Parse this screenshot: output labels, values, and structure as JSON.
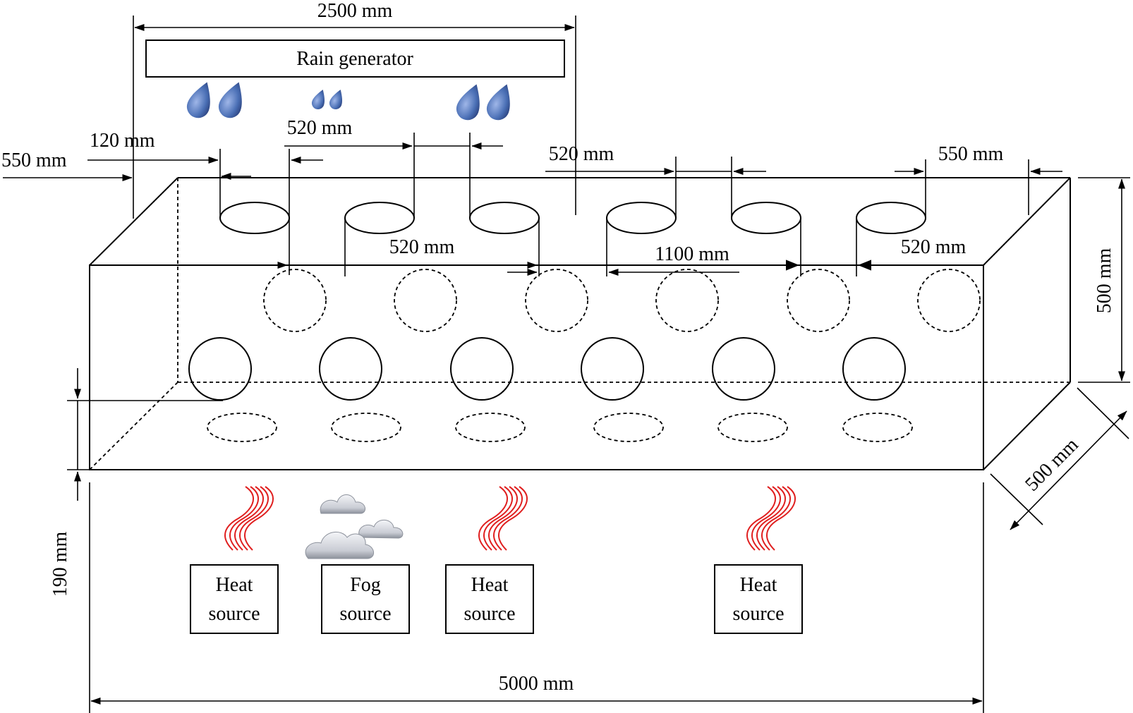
{
  "colors": {
    "line": "#000000",
    "heat": "#e02020",
    "rain": "#4a6fb5",
    "fog": "#c9ccd4"
  },
  "rain_generator": {
    "label": "Rain generator",
    "icon": "raindrop-icon"
  },
  "dimensions": {
    "rain_width": "2500 mm",
    "left_offset": "550 mm",
    "right_offset": "550 mm",
    "hole_gap": "120 mm",
    "spacing_top_a": "520 mm",
    "spacing_top_b": "520 mm",
    "spacing_mid_a": "520 mm",
    "spacing_mid_b": "520 mm",
    "center_gap": "1100 mm",
    "height": "500 mm",
    "depth": "500 mm",
    "source_height": "190 mm",
    "total_length": "5000 mm"
  },
  "sources": [
    {
      "line1": "Heat",
      "line2": "source",
      "icon": "heat-wave-icon"
    },
    {
      "line1": "Fog",
      "line2": "source",
      "icon": "fog-cloud-icon"
    },
    {
      "line1": "Heat",
      "line2": "source",
      "icon": "heat-wave-icon"
    },
    {
      "line1": "Heat",
      "line2": "source",
      "icon": "heat-wave-icon"
    }
  ]
}
